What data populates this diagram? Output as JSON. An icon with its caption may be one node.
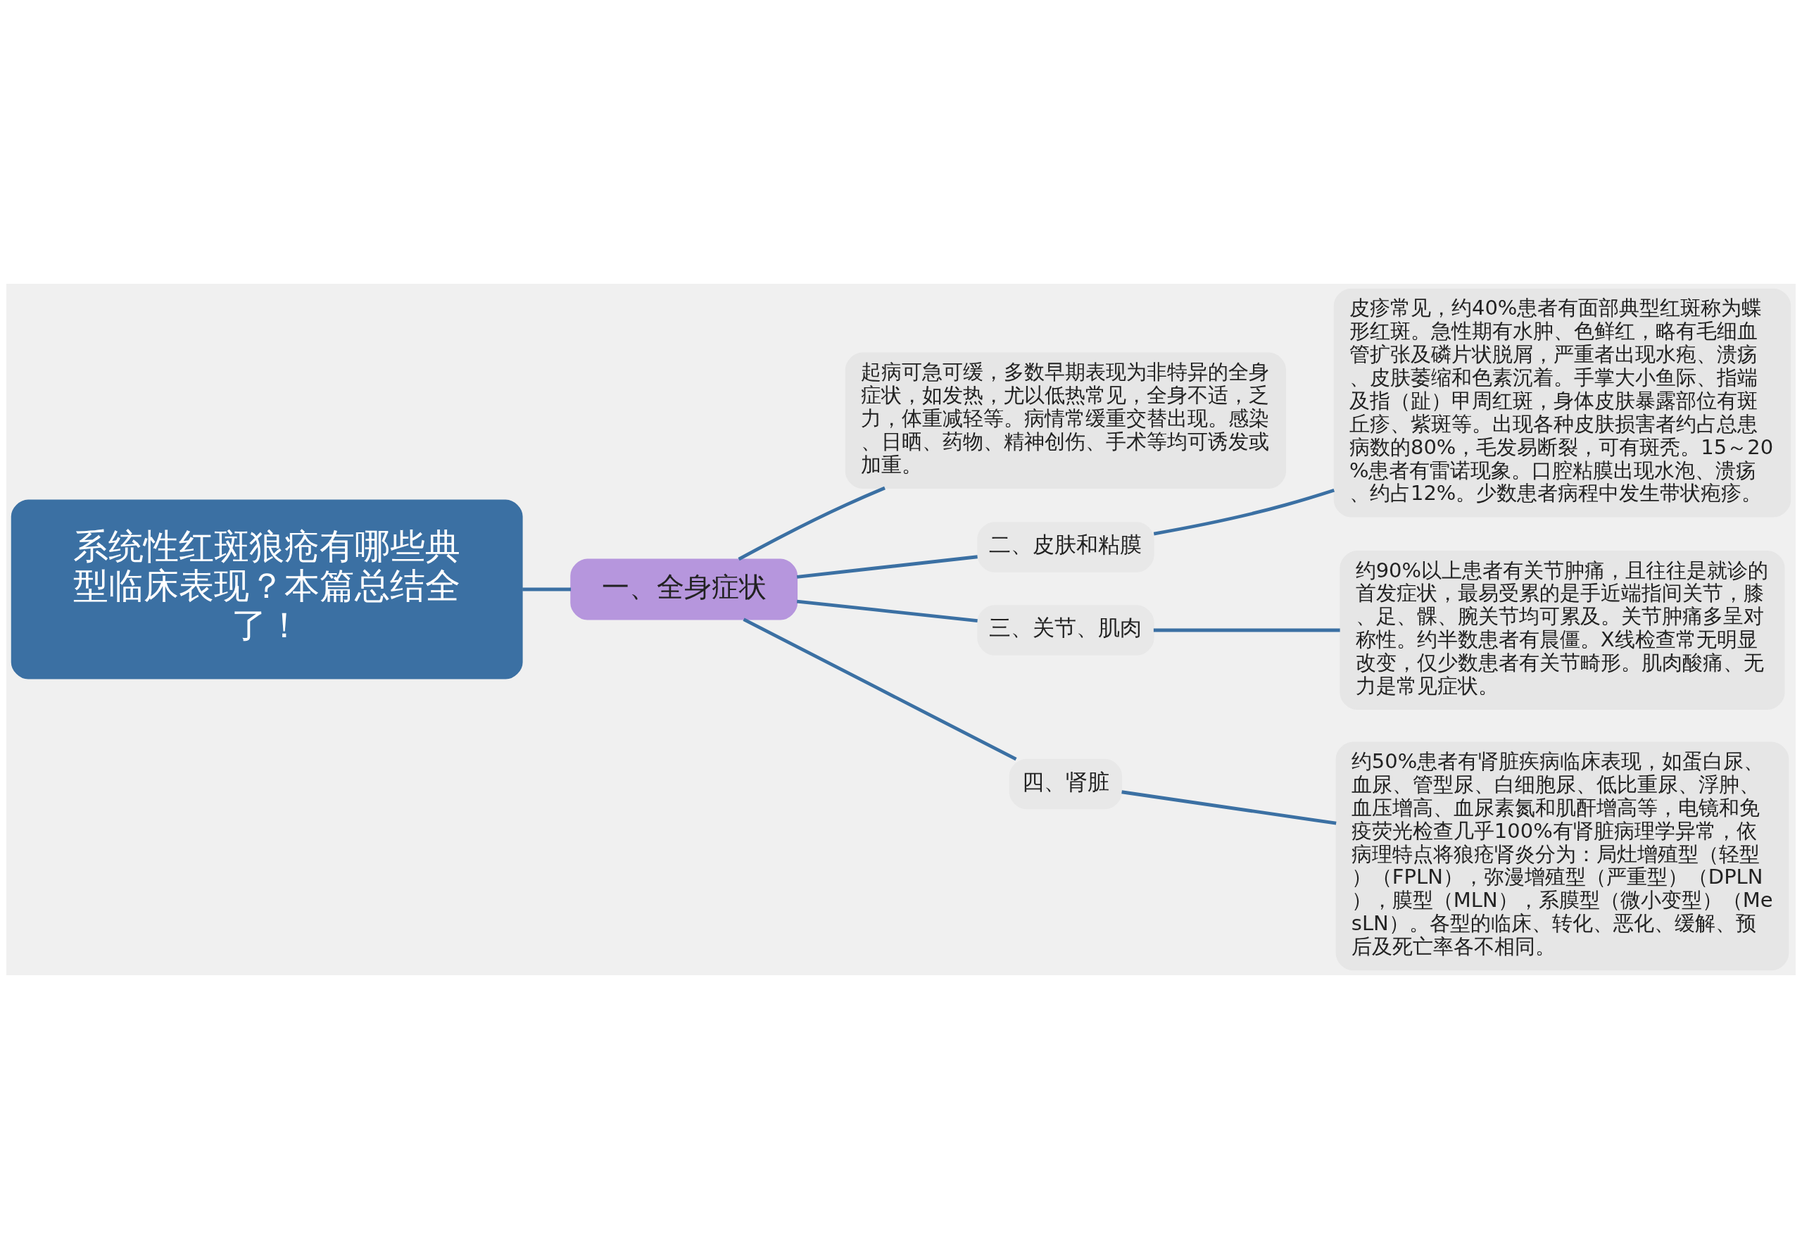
{
  "diagram": {
    "nodes": [
      {
        "text": [
          "系统性红斑狼疮有哪些典型临床表现？本篇总结全了！"
        ]
      },
      {
        "text": [
          "一、全身症状"
        ]
      },
      {
        "text": [
          "起病可急可缓，多数早期表现为非特异的全身症状，如发热，尤以低热常见，全身不适，乏力，体重减轻等。病情常缓重交替出现。感染、日晒、药物、精神创伤、手术等均可诱发或加重。"
        ]
      },
      {
        "text": [
          "二、皮肤和粘膜"
        ]
      },
      {
        "text": [
          "皮疹常见，约40%患者有面部典型红斑称为蝶形红斑。急性期有水肿、色鲜红，略有毛细血管扩张及磷片状脱屑，严重者出现水疱、溃疡、皮肤萎缩和色素沉着。手掌大小鱼际、指端及指（趾）甲周红斑，身体皮肤暴露部位有斑丘疹、紫斑等。出现各种皮肤损害者约占总患病数的80%，毛发易断裂，可有斑秃。15～20%患者有雷诺现象。口腔粘膜出现水泡、溃疡、约占12%。少数患者病程中发生带状疱疹。"
        ]
      },
      {
        "text": [
          "三、关节、肌肉"
        ]
      },
      {
        "text": [
          "约90%以上患者有关节肿痛，且往往是就诊的首发症状，最易受累的是手近端指间关节，膝、足、髁、腕关节均可累及。关节肿痛多呈对称性。约半数患者有晨僵。X线检查常无明显改变，仅少数患者有关节畸形。肌肉酸痛、无力是常见症状。"
        ]
      },
      {
        "text": [
          "四、肾脏"
        ]
      },
      {
        "text": [
          "约50%患者有肾脏疾病临床表现，如蛋白尿、血尿、管型尿、白细胞尿、低比重尿、浮肿、血压增高、血尿素氮和肌酐增高等，电镜和免疫荧光检查几乎100%有肾脏病理学异常，依病理特点将狼疮肾炎分为：局灶增殖型（轻型）（FPLN），弥漫增殖型（严重型）（DPLN），膜型（MLN），系膜型（微小变型）（MesLN）。各型的临床、转化、恶化、缓解、预后及死亡率各不相同。"
        ]
      }
    ],
    "edges": [
      {
        "from": 0,
        "to": 1,
        "arrow": "none"
      },
      {
        "from": 1,
        "to": 2,
        "arrow": "none"
      },
      {
        "from": 1,
        "to": 3,
        "arrow": "none"
      },
      {
        "from": 3,
        "to": 4,
        "arrow": "none"
      },
      {
        "from": 1,
        "to": 5,
        "arrow": "none"
      },
      {
        "from": 5,
        "to": 6,
        "arrow": "none"
      },
      {
        "from": 1,
        "to": 7,
        "arrow": "none"
      },
      {
        "from": 7,
        "to": 8,
        "arrow": "none"
      }
    ]
  }
}
